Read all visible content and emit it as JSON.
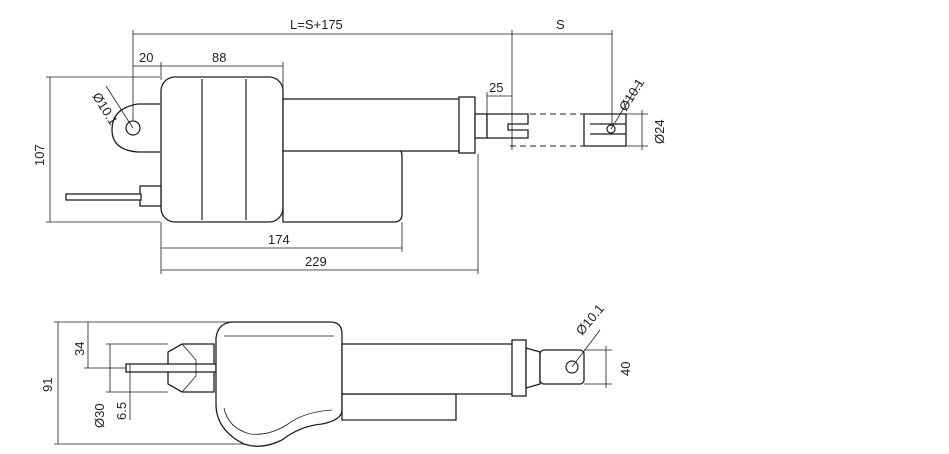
{
  "top_view": {
    "dim_total_length": "L=S+175",
    "dim_stroke": "S",
    "dim_rear_offset": "20",
    "dim_motor_width": "88",
    "dim_rod_end": "25",
    "dim_rear_hole": "Ø10.1",
    "dim_front_hole": "Ø10.1",
    "dim_rod_end_dia": "Ø24",
    "dim_height": "107",
    "dim_tube_length": "174",
    "dim_body_length": "229"
  },
  "side_view": {
    "dim_front_hole": "Ø10.1",
    "dim_rod_height": "40",
    "dim_overall_height": "91",
    "dim_clevis_offset": "34",
    "dim_clevis_dia": "Ø30",
    "dim_slot": "6.5"
  }
}
